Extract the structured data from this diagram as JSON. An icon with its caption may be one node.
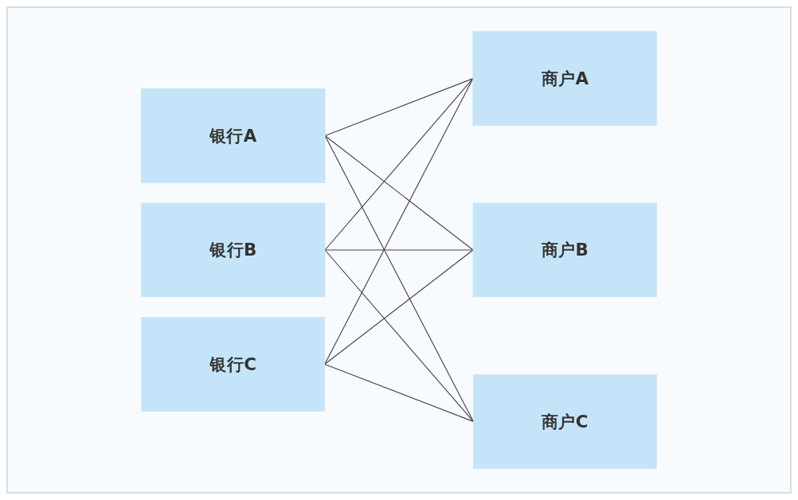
{
  "diagram": {
    "nodes": [
      {
        "text": [
          "银行A"
        ]
      },
      {
        "text": [
          "银行B"
        ]
      },
      {
        "text": [
          "银行C"
        ]
      },
      {
        "text": [
          "商户A"
        ]
      },
      {
        "text": [
          "商户B"
        ]
      },
      {
        "text": [
          "商户C"
        ]
      }
    ],
    "edges": [
      {
        "from": 0,
        "to": 3,
        "arrow": "none"
      },
      {
        "from": 0,
        "to": 4,
        "arrow": "none"
      },
      {
        "from": 0,
        "to": 5,
        "arrow": "none"
      },
      {
        "from": 1,
        "to": 3,
        "arrow": "none"
      },
      {
        "from": 1,
        "to": 4,
        "arrow": "none"
      },
      {
        "from": 1,
        "to": 5,
        "arrow": "none"
      },
      {
        "from": 2,
        "to": 3,
        "arrow": "none"
      },
      {
        "from": 2,
        "to": 4,
        "arrow": "none"
      },
      {
        "from": 2,
        "to": 5,
        "arrow": "none"
      }
    ]
  }
}
